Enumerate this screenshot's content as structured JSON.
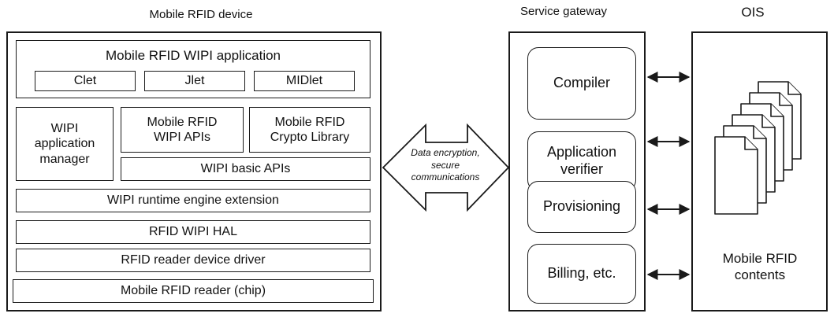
{
  "device": {
    "title": "Mobile RFID device",
    "app": {
      "title": "Mobile RFID WIPI application",
      "items": [
        "Clet",
        "Jlet",
        "MIDlet"
      ]
    },
    "manager": "WIPI\napplication\nmanager",
    "wipi_apis": "Mobile RFID\nWIPI APIs",
    "crypto": "Mobile RFID\nCrypto Library",
    "basic_apis": "WIPI basic APIs",
    "runtime": "WIPI runtime engine extension",
    "hal": "RFID WIPI HAL",
    "driver": "RFID reader device driver",
    "reader": "Mobile RFID reader (chip)"
  },
  "link": {
    "label": "Data encryption,\nsecure\ncommunications"
  },
  "gateway": {
    "title": "Service gateway",
    "items": [
      "Compiler",
      "Application\nverifier",
      "Provisioning",
      "Billing, etc."
    ]
  },
  "ois": {
    "title": "OIS",
    "contents": "Mobile RFID\ncontents"
  }
}
